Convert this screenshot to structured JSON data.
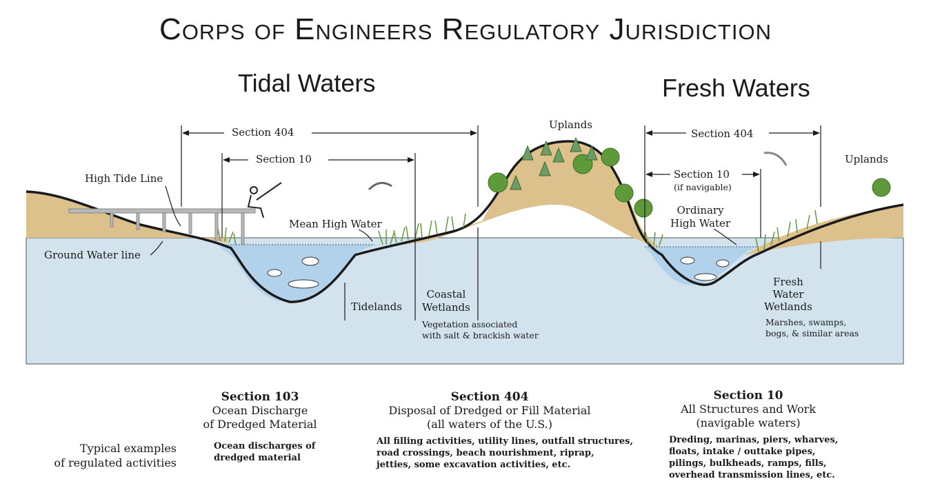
{
  "title": "Corps of Engineers Regulatory Jurisdiction",
  "regions": {
    "tidal": "Tidal Waters",
    "fresh": "Fresh Waters"
  },
  "tidal": {
    "section404": "Section 404",
    "section10": "Section 10",
    "high_tide_line": "High Tide Line",
    "ground_water_line": "Ground Water line",
    "mean_high_water": "Mean High Water",
    "tidelands": "Tidelands",
    "coastal_wetlands": "Coastal\nWetlands",
    "coastal_note": "Vegetation associated\nwith salt & brackish water"
  },
  "uplands_center": "Uplands",
  "fresh": {
    "section404": "Section 404",
    "section10": "Section 10",
    "if_navigable": "(if navigable)",
    "ordinary_high_water": "Ordinary\nHigh Water",
    "uplands": "Uplands",
    "fresh_wetlands": "Fresh\nWater\nWetlands",
    "fresh_note": "Marshes, swamps,\nbogs, & similar areas"
  },
  "footer": {
    "examples_label": "Typical examples\nof regulated activities",
    "s103": {
      "heading": "Section 103",
      "subtitle": "Ocean Discharge\nof Dredged Material",
      "body": "Ocean discharges of\ndredged material"
    },
    "s404": {
      "heading": "Section 404",
      "subtitle": "Disposal of Dredged or Fill Material\n(all waters of the U.S.)",
      "body": "All filling activities, utility lines, outfall structures,\nroad crossings, beach nourishment, riprap,\njetties, some excavation activities, etc."
    },
    "s10": {
      "heading": "Section 10",
      "subtitle": "All Structures and Work\n(navigable waters)",
      "body": "Dreding, marinas, piers, wharves,\nfloats, intake / outtake pipes,\npilings, bulkheads, ramps, fills,\noverhead transmission lines, etc."
    }
  },
  "colors": {
    "water": "#d3e3ee",
    "land": "#dcc18c",
    "channel": "#b9d6ec",
    "vegetation": "#5e9a3a",
    "ink": "#1a1a1a"
  }
}
